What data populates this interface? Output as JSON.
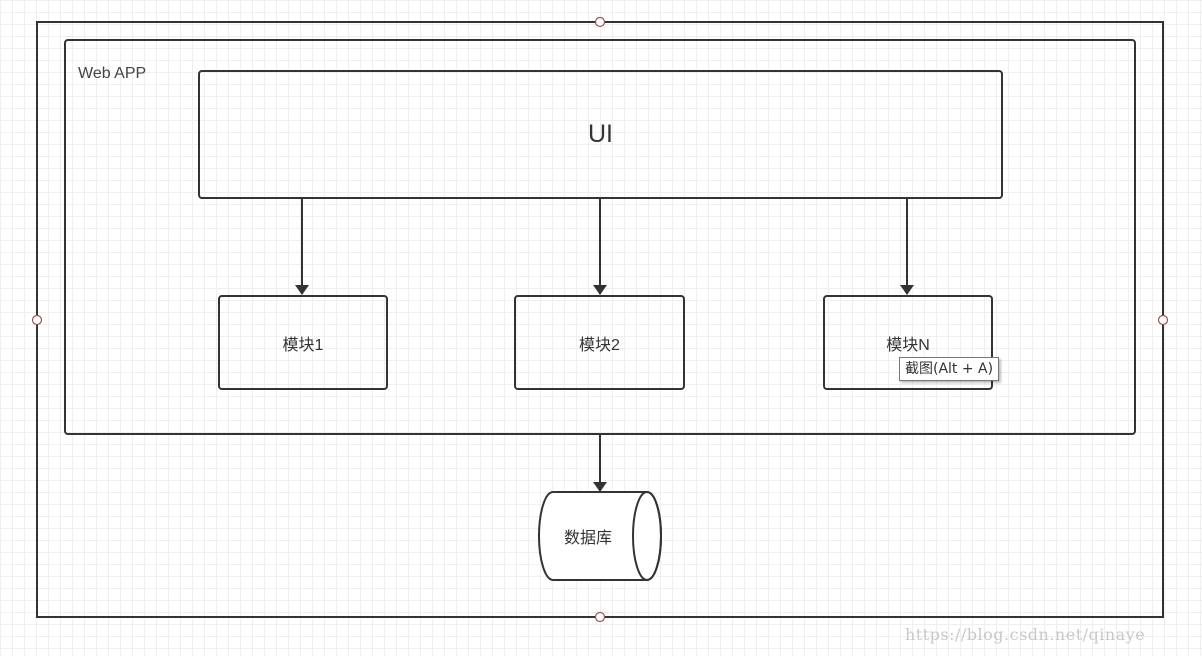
{
  "diagram": {
    "container_title": "Web APP",
    "ui_block": {
      "label": "UI"
    },
    "modules": [
      {
        "label": "模块1"
      },
      {
        "label": "模块2"
      },
      {
        "label": "模块N"
      }
    ],
    "database": {
      "label": "数据库"
    },
    "edges": [
      {
        "from": "UI",
        "to": "模块1"
      },
      {
        "from": "UI",
        "to": "模块2"
      },
      {
        "from": "UI",
        "to": "模块N"
      },
      {
        "from": "Web APP",
        "to": "数据库"
      }
    ],
    "colors": {
      "stroke": "#333333",
      "handle_stroke": "#a05050",
      "grid": "#efefef"
    }
  },
  "tooltip": {
    "text": "截图(Alt + A)"
  },
  "watermark": {
    "text": "https://blog.csdn.net/qinaye"
  }
}
